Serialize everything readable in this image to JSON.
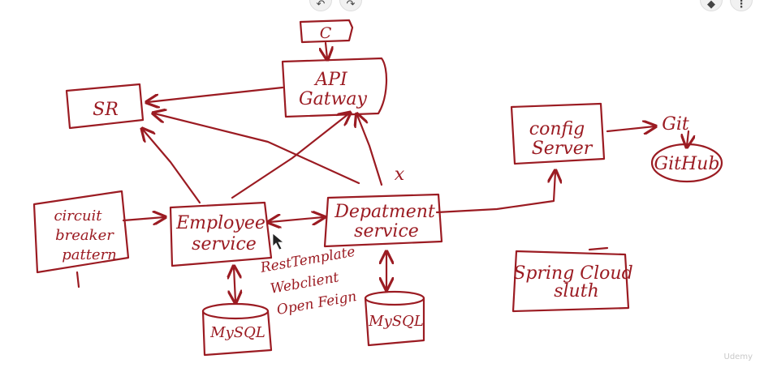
{
  "toolbar": {
    "undo_icon": "↶",
    "redo_icon": "↷",
    "layers_icon": "◆",
    "more_icon": "⋮"
  },
  "diagram": {
    "consumer": "C",
    "gateway": [
      "API",
      "Gatway"
    ],
    "registry": "SR",
    "config": [
      "config",
      "Server"
    ],
    "git": "Git",
    "github": "GitHub",
    "circuit": [
      "circuit",
      "breaker",
      "pattern"
    ],
    "employee": [
      "Employee",
      "service"
    ],
    "department": [
      "Depatment",
      "service"
    ],
    "dept_mark": "x",
    "clients": [
      "RestTemplate",
      "Webclient",
      "Open Feign"
    ],
    "db_employee": "MySQL",
    "db_department": "MySQL",
    "sleuth": [
      "Spring Cloud",
      "sluth"
    ]
  },
  "watermark": "Udemy",
  "colors": {
    "ink": "#9b1b22",
    "background": "#ffffff"
  }
}
